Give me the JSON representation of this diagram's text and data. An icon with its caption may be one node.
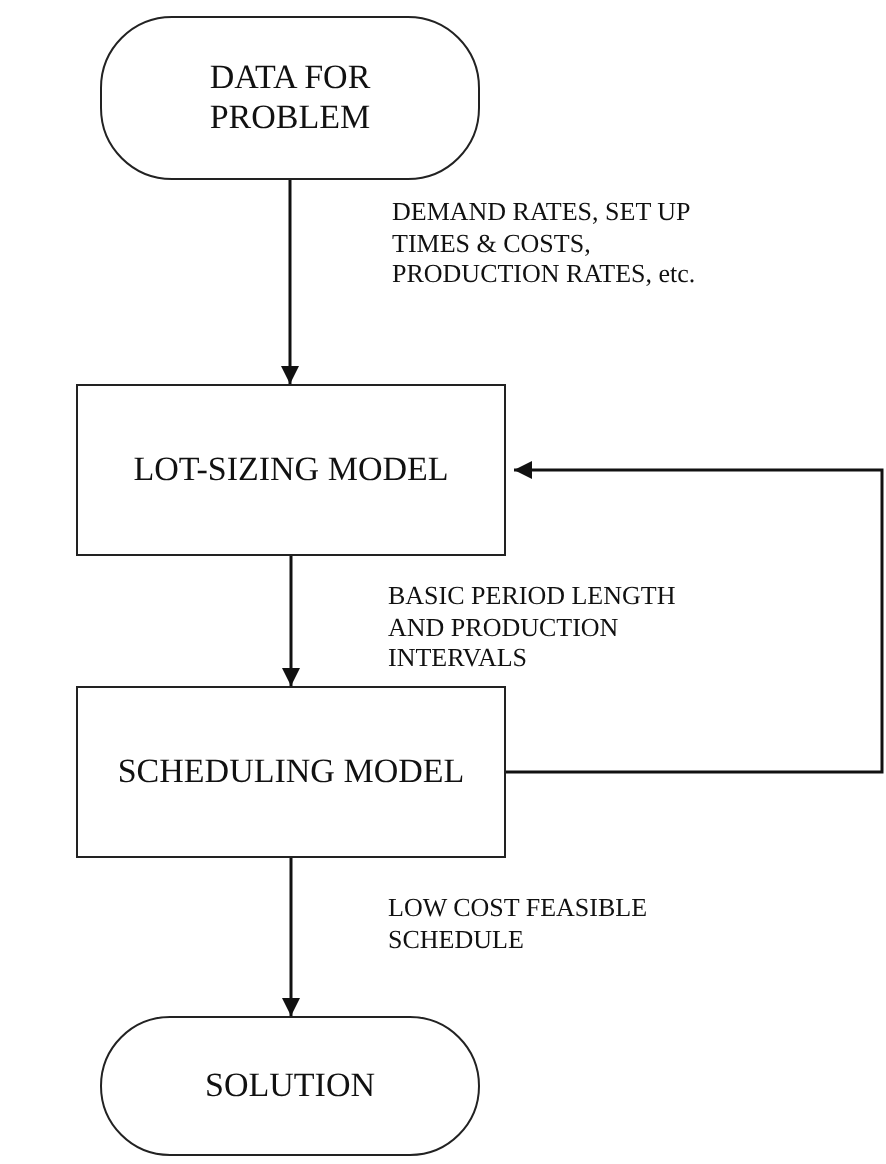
{
  "diagram": {
    "nodes": [
      {
        "text": [
          "DATA FOR PROBLEM"
        ]
      },
      {
        "text": [
          "LOT-SIZING MODEL"
        ]
      },
      {
        "text": [
          "SCHEDULING MODEL"
        ]
      },
      {
        "text": [
          "SOLUTION"
        ]
      }
    ],
    "edges": [
      {
        "from": 0,
        "to": 1,
        "arrow": "to",
        "label": "DEMAND RATES, SET UP TIMES & COSTS, PRODUCTION RATES, etc."
      },
      {
        "from": 1,
        "to": 2,
        "arrow": "to",
        "label": "BASIC PERIOD LENGTH AND PRODUCTION INTERVALS"
      },
      {
        "from": 2,
        "to": 3,
        "arrow": "to",
        "label": "LOW COST FEASIBLE SCHEDULE"
      },
      {
        "from": 2,
        "to": 1,
        "arrow": "to"
      }
    ]
  }
}
